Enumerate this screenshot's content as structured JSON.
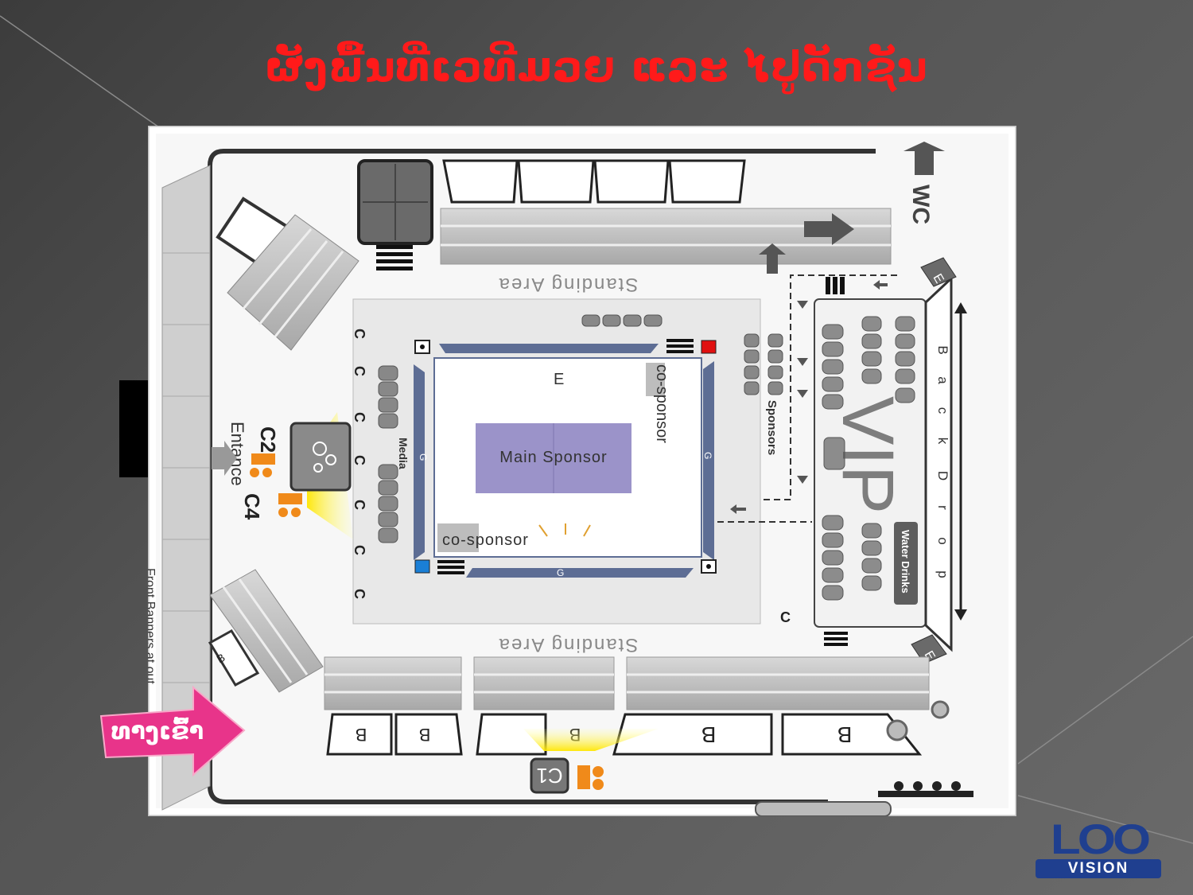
{
  "slide": {
    "title": "ຜັງພື້ນທີ່ເວທີມວຍ ແລະ ໄປູດັກຊັນ",
    "entry_label": "ທາງເຂົ້າ"
  },
  "floor_plan": {
    "wc": "WC",
    "standing_area_top": "Standing Area",
    "standing_area_bottom": "Standing Area",
    "back_drop": [
      "B",
      "a",
      "c",
      "k",
      "D",
      "r",
      "o",
      "p"
    ],
    "vip": "VIP",
    "water_drinks": "Water Drinks",
    "sponsors": "Sponsors",
    "media": "Media",
    "main_sponsor": "Main Sponsor",
    "co_sponsor_right": "co-sponsor",
    "co_sponsor_bottom": "co-sponsor",
    "ring_e": "E",
    "ring_g": "G",
    "exit_e": "E",
    "camera_c": "C",
    "camera_c1": "C1",
    "camera_c2": "C2",
    "camera_c4": "C4",
    "entrance": "Entance",
    "front_banners": "Front Banners at out",
    "b": "B"
  },
  "logo": {
    "main": "LOO",
    "sub": "VISION"
  },
  "colors": {
    "title": "#ff1a1a",
    "main_sponsor": "#9b93c9",
    "ring_rope": "#5d6d94",
    "corner_red": "#e01010",
    "corner_blue": "#1a7fd6",
    "camera": "#f08a1a",
    "entry_arrow": "#e8348a",
    "logo": "#1f3f8f"
  }
}
